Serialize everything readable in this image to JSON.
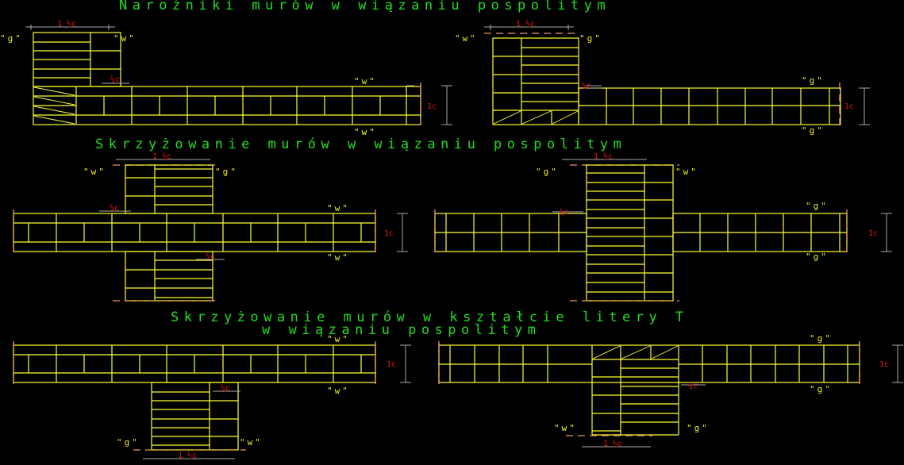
{
  "titles": {
    "corners": "Narożniki murów w wiązaniu pospolitym",
    "crossing": "Skrzyżowanie murów w wiązaniu pospolitym",
    "t_junction_line1": "Skrzyżowanie murów w kształcie litery T",
    "t_junction_line2": "w wiązaniu pospolitym"
  },
  "labels": {
    "g": "\"g\"",
    "w": "\"w\""
  },
  "dimensions": {
    "one_and_half": "1 ½c",
    "quarter": "¼c",
    "one": "1c"
  },
  "colors": {
    "background": "#000000",
    "title": "#22dd22",
    "brick": "#ffff33",
    "cut_line": "#ee9966",
    "dimension": "#aaaaaa",
    "dimension_text": "#ee1111"
  }
}
